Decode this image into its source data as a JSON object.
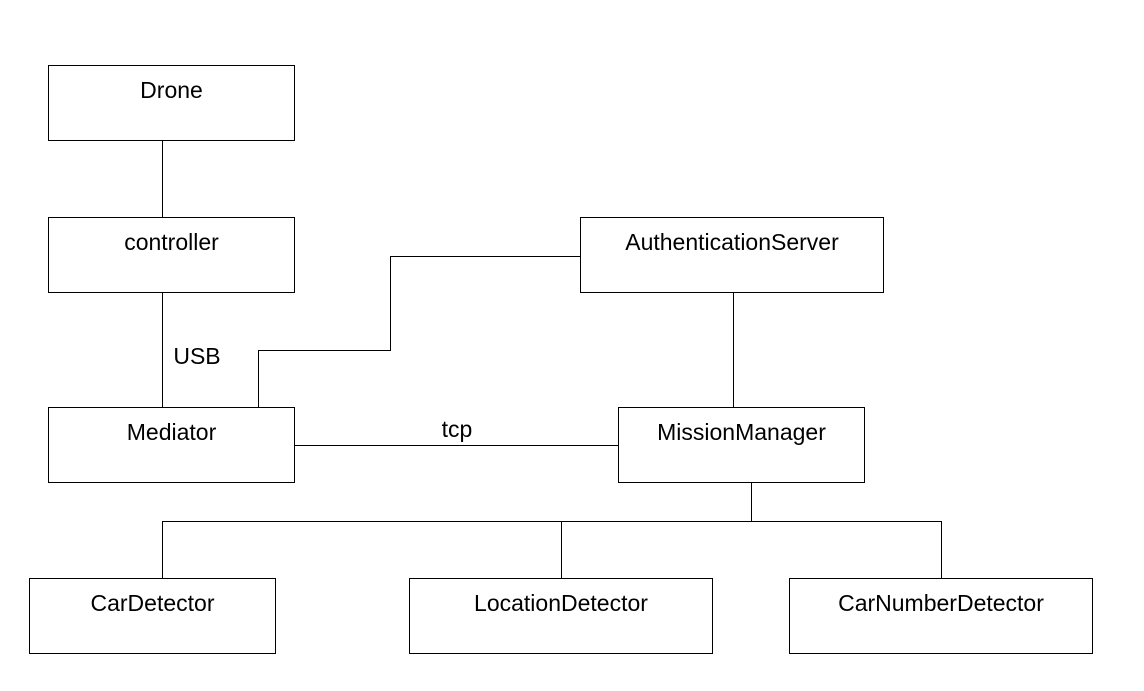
{
  "diagram": {
    "nodes": {
      "drone": "Drone",
      "controller": "controller",
      "mediator": "Mediator",
      "authentication_server": "AuthenticationServer",
      "mission_manager": "MissionManager",
      "car_detector": "CarDetector",
      "location_detector": "LocationDetector",
      "car_number_detector": "CarNumberDetector"
    },
    "edges": {
      "controller_mediator": "USB",
      "mediator_mission_manager": "tcp"
    },
    "colors": {
      "stroke": "#000000",
      "fill": "#ffffff",
      "text": "#000000"
    }
  }
}
